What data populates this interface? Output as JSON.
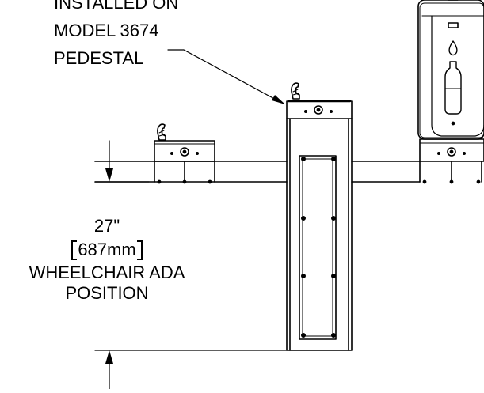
{
  "installation_note": {
    "lines": [
      "INSTALLED ON",
      "MODEL 3674",
      "PEDESTAL"
    ]
  },
  "height_dimension": {
    "imperial": "27\"",
    "metric": "687mm",
    "label_line1": "WHEELCHAIR ADA",
    "label_line2": "POSITION"
  },
  "colors": {
    "line": "#000000",
    "background": "#ffffff"
  },
  "icons": [
    "water-bottle-icon",
    "water-drop-icon",
    "bubbler-spout-icon",
    "push-button-icon"
  ]
}
